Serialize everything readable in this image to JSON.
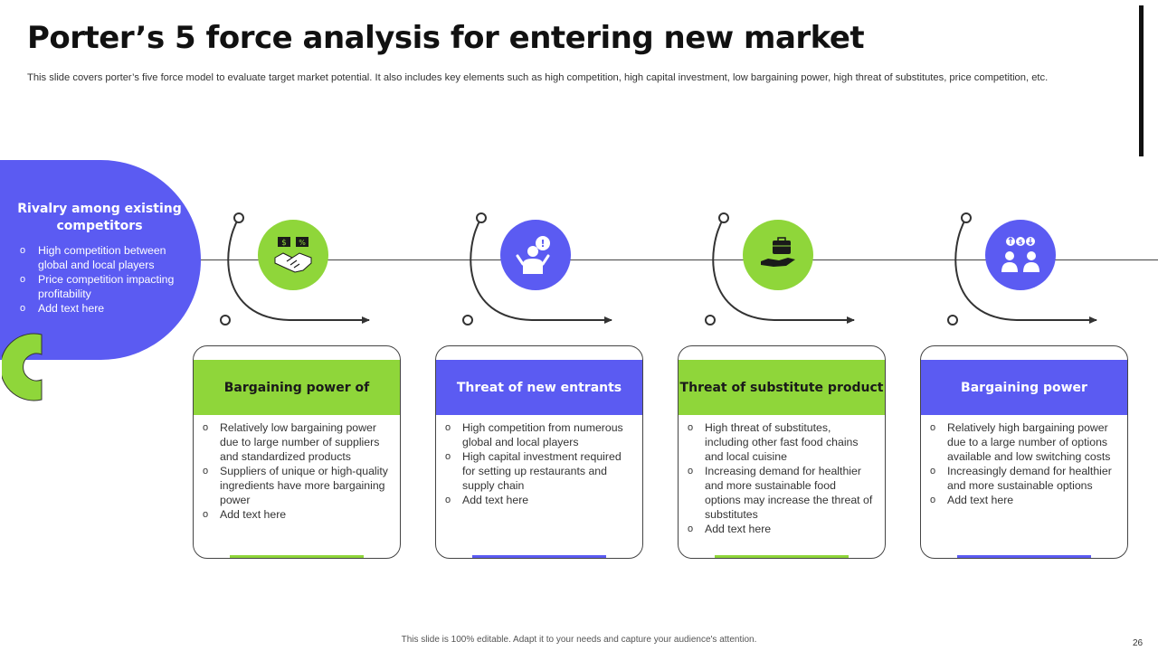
{
  "header": {
    "title": "Porter’s 5 force analysis for entering new market",
    "subtitle": "This slide covers porter’s five force model to evaluate target market potential. It also includes key elements such as high competition, high capital investment, low bargaining power, high threat of substitutes, price competition, etc."
  },
  "colors": {
    "green": "#8fd63a",
    "blue": "#5b5bf2",
    "dark": "#333333"
  },
  "rivalry": {
    "title": "Rivalry among existing competitors",
    "items": [
      "High competition between global and local players",
      "Price competition impacting profitability",
      "Add text here"
    ]
  },
  "forces": [
    {
      "title": "Bargaining power of",
      "icon": "handshake-money-icon",
      "color": "green",
      "items": [
        "Relatively low bargaining power due to large number of suppliers and standardized products",
        "Suppliers of unique or high-quality ingredients have more bargaining power",
        "Add text here"
      ]
    },
    {
      "title": "Threat of new entrants",
      "icon": "person-alert-icon",
      "color": "blue",
      "items": [
        "High competition from numerous global and local players",
        "High capital investment required for setting up restaurants and supply chain",
        "Add text here"
      ]
    },
    {
      "title": "Threat of substitute product",
      "icon": "hand-briefcase-icon",
      "color": "green",
      "items": [
        "High threat of substitutes, including other fast food chains and local cuisine",
        "Increasing demand for healthier and more sustainable food options may increase the threat of substitutes",
        "Add text here"
      ]
    },
    {
      "title": "Bargaining power",
      "icon": "people-money-exchange-icon",
      "color": "blue",
      "items": [
        "Relatively high bargaining power due to a large number of options available and low switching costs",
        "Increasingly demand for healthier and more sustainable options",
        "Add text here"
      ]
    }
  ],
  "footer": {
    "note": "This slide is 100% editable. Adapt it to your needs and capture your audience's attention.",
    "page": "26"
  }
}
